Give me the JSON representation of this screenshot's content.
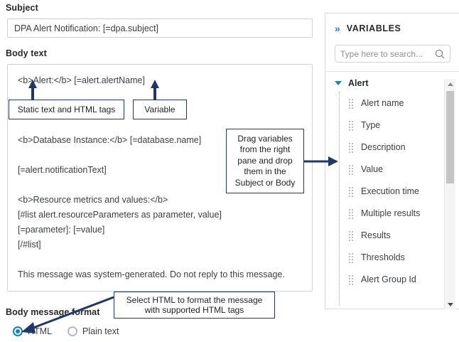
{
  "subject": {
    "label": "Subject",
    "value": "DPA Alert Notification: [=dpa.subject]"
  },
  "body": {
    "label": "Body text",
    "lines": [
      "<b>Alert:</b> [=alert.alertName]",
      "",
      "",
      "",
      "<b>Database Instance:</b> [=database.name]",
      "",
      "[=alert.notificationText]",
      "",
      "<b>Resource metrics and values:</b>",
      "[#list alert.resourceParameters as parameter, value]",
      "[=parameter]: [=value]",
      "[/#list]",
      "",
      "This message was system-generated. Do not reply to this message."
    ]
  },
  "format": {
    "label": "Body message format",
    "options": [
      {
        "label": "HTML",
        "selected": true
      },
      {
        "label": "Plain text",
        "selected": false
      }
    ]
  },
  "callouts": {
    "static_text": "Static text and HTML tags",
    "variable": "Variable",
    "drag": "Drag variables from the right pane and drop them in the Subject or Body",
    "select_html": "Select HTML to format the message with supported HTML tags"
  },
  "variables_panel": {
    "title": "VARIABLES",
    "collapse_icon": "»",
    "search_placeholder": "Type here to search...",
    "search_value": "",
    "tree": {
      "group_label": "Alert",
      "expanded": true,
      "items": [
        "Alert name",
        "Type",
        "Description",
        "Value",
        "Execution time",
        "Multiple results",
        "Results",
        "Thresholds",
        "Alert Group Id"
      ]
    }
  },
  "colors": {
    "accent_blue": "#0f80c1",
    "annotation_navy": "#1f3864",
    "border_gray": "#cfd3d6",
    "text_dark": "#3b3f45"
  }
}
